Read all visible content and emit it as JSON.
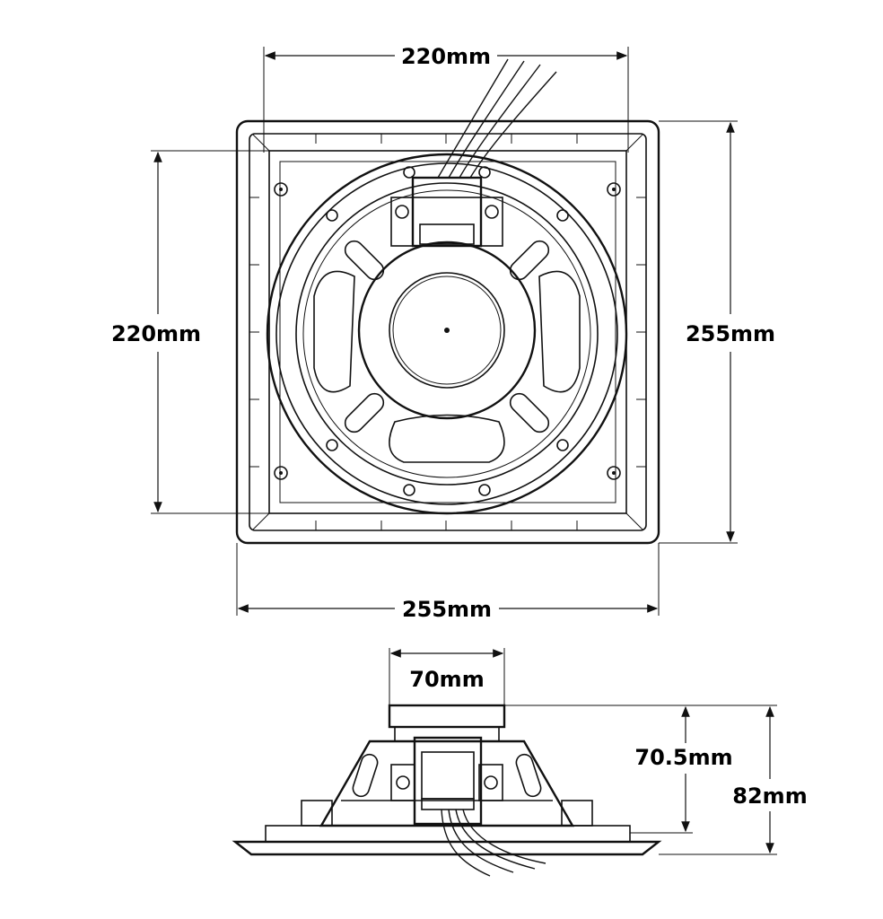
{
  "top_view": {
    "width_inner": "220mm",
    "height_inner": "220mm",
    "height_outer": "255mm",
    "width_outer": "255mm"
  },
  "side_view": {
    "magnet_width": "70mm",
    "depth_body": "70.5mm",
    "depth_total": "82mm"
  }
}
